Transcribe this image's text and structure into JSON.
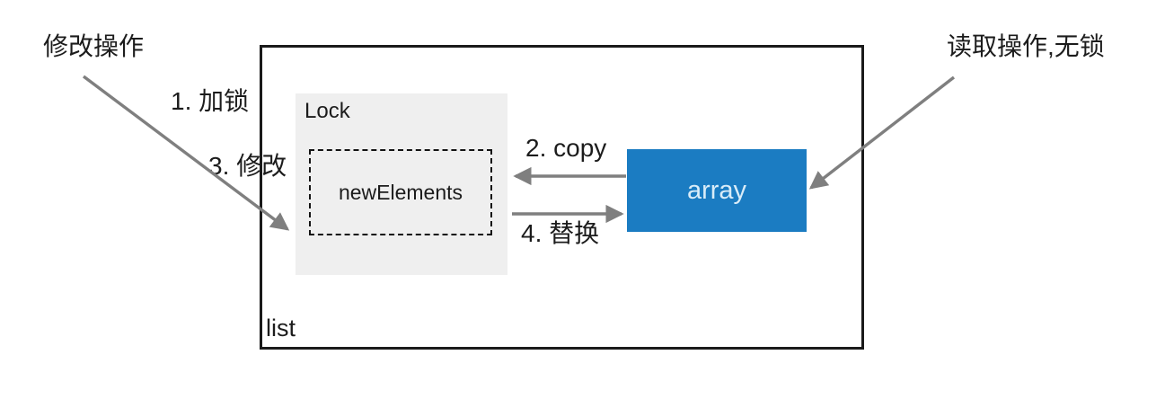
{
  "diagram": {
    "title_hint": "CopyOnWrite list read/write flow",
    "outer_box": {
      "label": "list"
    },
    "lock_box": {
      "label": "Lock"
    },
    "new_elements_box": {
      "label": "newElements"
    },
    "array_box": {
      "label": "array"
    },
    "annotations": {
      "modify_op": "修改操作",
      "read_op": "读取操作,无锁",
      "step1": "1. 加锁",
      "step2": "2. copy",
      "step3": "3. 修改",
      "step4": "4. 替换"
    },
    "colors": {
      "array_fill": "#1b7cc2",
      "array_text": "#d9ecf8",
      "arrow_gray": "#7f7f7f",
      "lock_fill": "#efefef",
      "line_black": "#1a1a1a",
      "text_black": "#1c1c1c"
    }
  }
}
